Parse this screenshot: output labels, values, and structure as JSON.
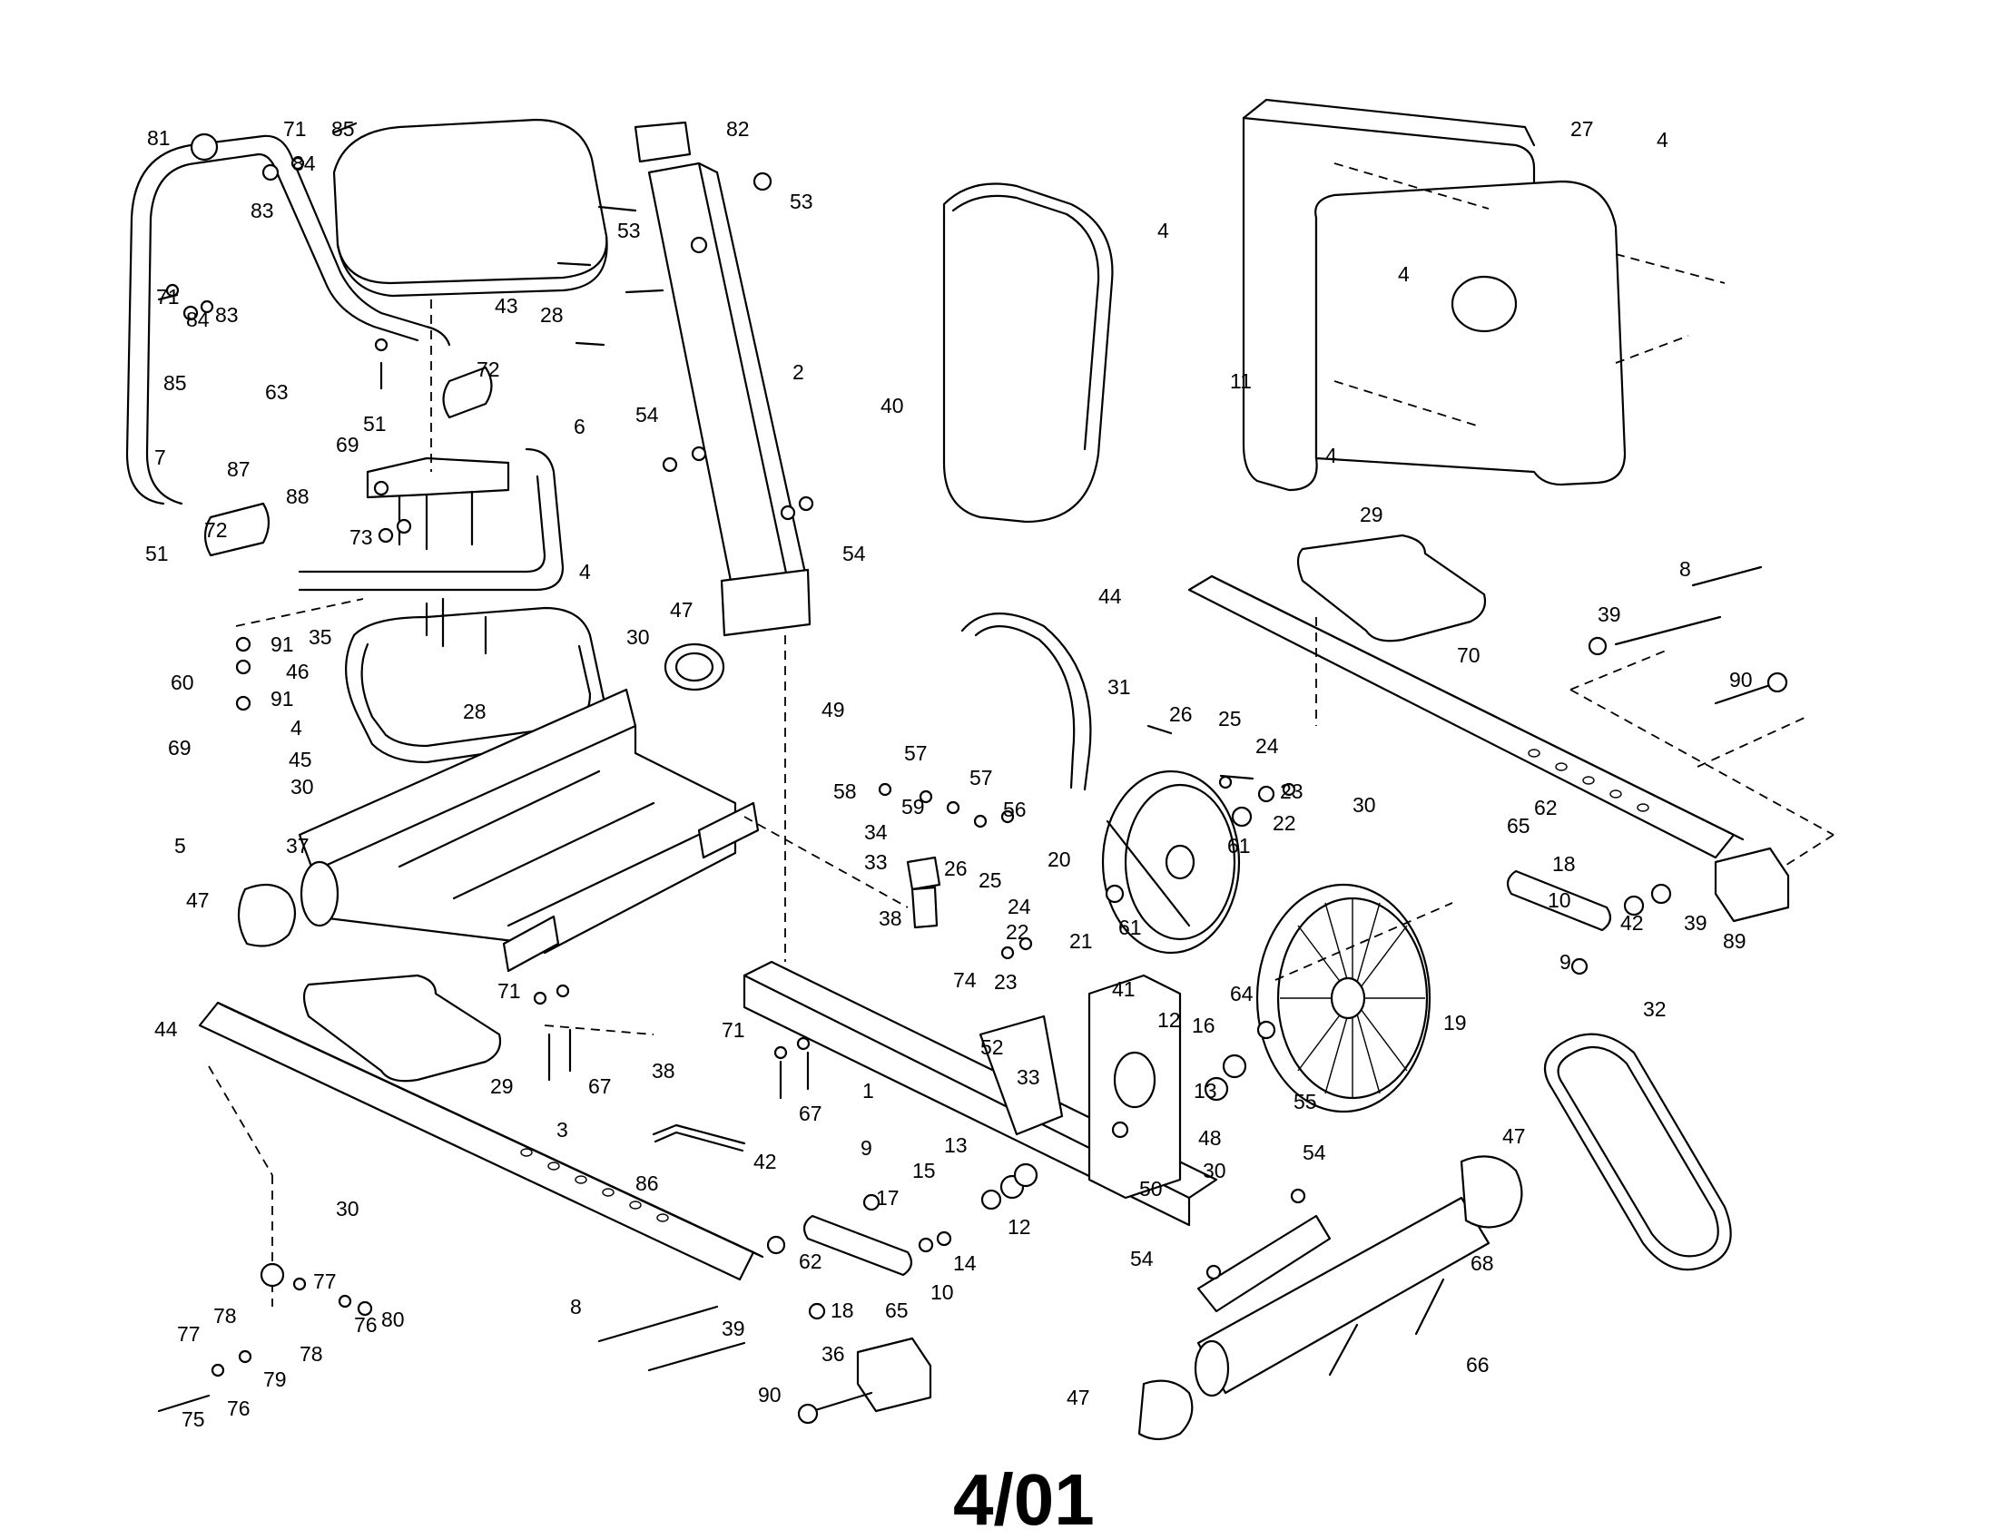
{
  "revision_date": "4/01",
  "part_callouts": [
    "1",
    "2",
    "3",
    "4",
    "5",
    "6",
    "7",
    "8",
    "9",
    "10",
    "11",
    "12",
    "13",
    "14",
    "15",
    "16",
    "17",
    "18",
    "19",
    "20",
    "21",
    "22",
    "23",
    "24",
    "25",
    "26",
    "27",
    "28",
    "29",
    "30",
    "31",
    "32",
    "33",
    "34",
    "35",
    "36",
    "37",
    "38",
    "39",
    "40",
    "41",
    "42",
    "43",
    "44",
    "45",
    "46",
    "47",
    "48",
    "49",
    "50",
    "51",
    "52",
    "53",
    "54",
    "55",
    "56",
    "57",
    "58",
    "59",
    "60",
    "61",
    "62",
    "63",
    "64",
    "65",
    "66",
    "67",
    "68",
    "69",
    "70",
    "71",
    "72",
    "73",
    "74",
    "75",
    "76",
    "77",
    "78",
    "79",
    "80",
    "81",
    "82",
    "83",
    "84",
    "85",
    "86",
    "87",
    "88",
    "89",
    "90",
    "91"
  ]
}
